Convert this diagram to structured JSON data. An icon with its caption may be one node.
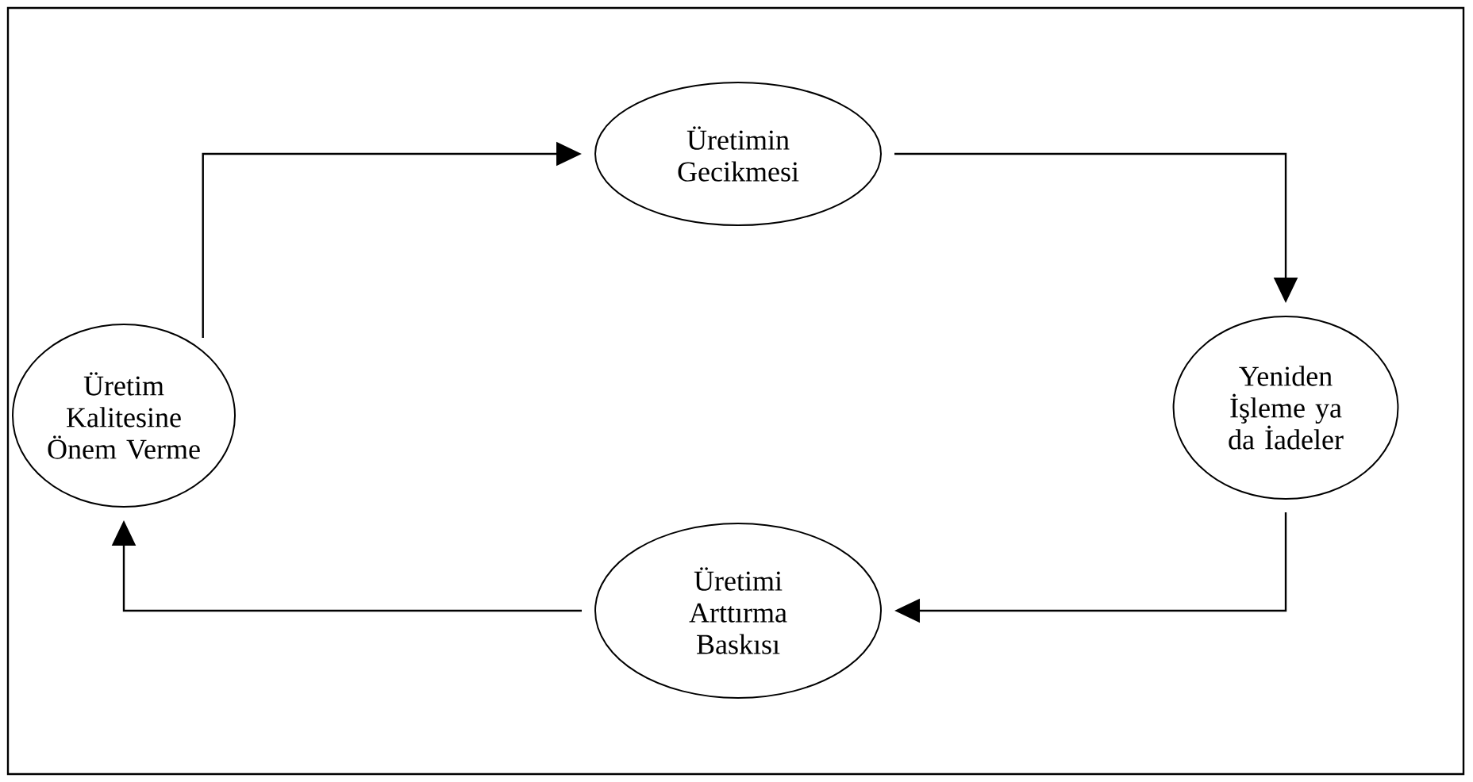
{
  "diagram": {
    "nodes": [
      {
        "text": [
          "Üretimin Gecikmesi"
        ]
      },
      {
        "text": [
          "Yeniden İşleme ya da İadeler"
        ]
      },
      {
        "text": [
          "Üretimi Arttırma Baskısı"
        ]
      },
      {
        "text": [
          "Üretim Kalitesine Önem Verme"
        ]
      }
    ],
    "edges": [
      {
        "from": 0,
        "to": 1,
        "arrow": "to"
      },
      {
        "from": 1,
        "to": 2,
        "arrow": "to"
      },
      {
        "from": 2,
        "to": 3,
        "arrow": "to"
      },
      {
        "from": 3,
        "to": 0,
        "arrow": "to"
      }
    ]
  }
}
